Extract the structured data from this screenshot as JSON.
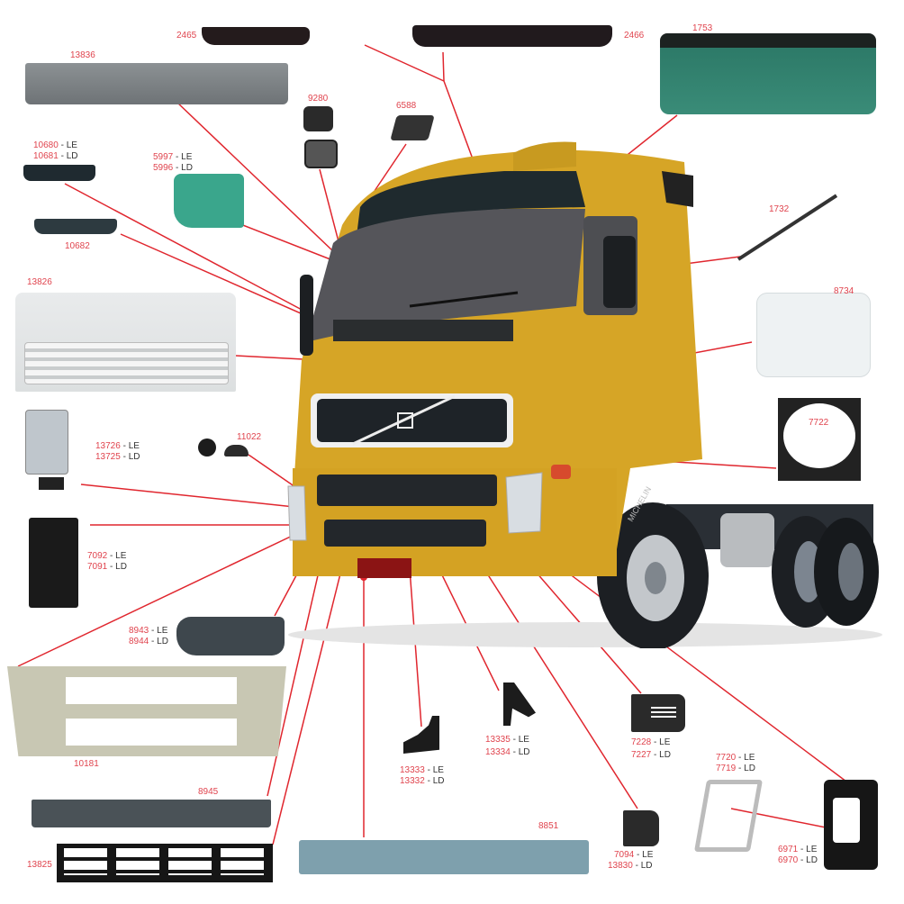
{
  "diagram": {
    "title": "Volvo FH truck front-end parts callout diagram",
    "accent_color": "#e0262e",
    "label_color": "#e0444e",
    "truck_color": "#d9a82a",
    "side_codes": {
      "left": "LE",
      "right": "LD"
    }
  },
  "parts": [
    {
      "id": "p2465",
      "name": "sun-visor-left",
      "codes": [
        {
          "num": "2465"
        }
      ]
    },
    {
      "id": "p2466",
      "name": "sun-visor-right",
      "codes": [
        {
          "num": "2466"
        }
      ]
    },
    {
      "id": "p1753",
      "name": "windshield",
      "codes": [
        {
          "num": "1753"
        }
      ]
    },
    {
      "id": "p13836",
      "name": "dashboard-cowl-panel",
      "codes": [
        {
          "num": "13836"
        }
      ]
    },
    {
      "id": "p9280",
      "name": "mirror",
      "codes": [
        {
          "num": "9280"
        }
      ]
    },
    {
      "id": "p6588",
      "name": "roof-marker-lamp",
      "codes": [
        {
          "num": "6588"
        }
      ]
    },
    {
      "id": "p10680",
      "name": "step-handle",
      "codes": [
        {
          "num": "10680",
          "side": "LE"
        },
        {
          "num": "10681",
          "side": "LD"
        }
      ]
    },
    {
      "id": "p5997",
      "name": "side-glass",
      "codes": [
        {
          "num": "5997",
          "side": "LE"
        },
        {
          "num": "5996",
          "side": "LD"
        }
      ]
    },
    {
      "id": "p10682",
      "name": "grab-handle",
      "codes": [
        {
          "num": "10682"
        }
      ]
    },
    {
      "id": "p1732",
      "name": "wiper-blade",
      "codes": [
        {
          "num": "1732"
        }
      ]
    },
    {
      "id": "p13826",
      "name": "hood-grille-panel",
      "codes": [
        {
          "num": "13826"
        }
      ]
    },
    {
      "id": "p8734",
      "name": "coolant-expansion-tank",
      "codes": [
        {
          "num": "8734"
        }
      ]
    },
    {
      "id": "p7722",
      "name": "fan-shroud",
      "codes": [
        {
          "num": "7722"
        }
      ]
    },
    {
      "id": "p13726",
      "name": "headlamp",
      "codes": [
        {
          "num": "13726",
          "side": "LE"
        },
        {
          "num": "13725",
          "side": "LD"
        }
      ]
    },
    {
      "id": "p11022",
      "name": "plug-cap",
      "codes": [
        {
          "num": "11022"
        }
      ]
    },
    {
      "id": "p7092",
      "name": "headlamp-housing-bracket",
      "codes": [
        {
          "num": "7092",
          "side": "LE"
        },
        {
          "num": "7091",
          "side": "LD"
        }
      ]
    },
    {
      "id": "p8943",
      "name": "bumper-end-cap",
      "codes": [
        {
          "num": "8943",
          "side": "LE"
        },
        {
          "num": "8944",
          "side": "LD"
        }
      ]
    },
    {
      "id": "p10181",
      "name": "bumper-frame",
      "codes": [
        {
          "num": "10181"
        }
      ]
    },
    {
      "id": "p8945",
      "name": "bumper-spoiler-strip",
      "codes": [
        {
          "num": "8945"
        }
      ]
    },
    {
      "id": "p13825",
      "name": "lower-grille",
      "codes": [
        {
          "num": "13825"
        }
      ]
    },
    {
      "id": "p13333",
      "name": "bumper-bracket-lower",
      "codes": [
        {
          "num": "13333",
          "side": "LE"
        },
        {
          "num": "13332",
          "side": "LD"
        }
      ]
    },
    {
      "id": "p13335",
      "name": "bumper-bracket-upper",
      "codes": [
        {
          "num": "13335",
          "side": "LE"
        },
        {
          "num": "13334",
          "side": "LD"
        }
      ]
    },
    {
      "id": "p8851",
      "name": "bumper-lower-skirt",
      "codes": [
        {
          "num": "8851"
        }
      ]
    },
    {
      "id": "p7228",
      "name": "fog-lamp-cover-vented",
      "codes": [
        {
          "num": "7228",
          "side": "LE"
        },
        {
          "num": "7227",
          "side": "LD"
        }
      ]
    },
    {
      "id": "p7094",
      "name": "fog-lamp-cover-blank",
      "codes": [
        {
          "num": "7094",
          "side": "LE"
        },
        {
          "num": "13830",
          "side": "LD"
        }
      ]
    },
    {
      "id": "p7720",
      "name": "headlamp-frame-trim",
      "codes": [
        {
          "num": "7720",
          "side": "LE"
        },
        {
          "num": "7719",
          "side": "LD"
        }
      ]
    },
    {
      "id": "p6971",
      "name": "headlamp-housing",
      "codes": [
        {
          "num": "6971",
          "side": "LE"
        },
        {
          "num": "6970",
          "side": "LD"
        }
      ]
    }
  ],
  "labels": {
    "l2465": "2465",
    "l2466": "2466",
    "l1753": "1753",
    "l13836": "13836",
    "l9280": "9280",
    "l6588": "6588",
    "l10680": "10680",
    "l10681": "10681",
    "l5997": "5997",
    "l5996": "5996",
    "l10682": "10682",
    "l1732": "1732",
    "l13826": "13826",
    "l8734": "8734",
    "l7722": "7722",
    "l13726": "13726",
    "l13725": "13725",
    "l11022": "11022",
    "l7092": "7092",
    "l7091": "7091",
    "l8943": "8943",
    "l8944": "8944",
    "l10181": "10181",
    "l8945": "8945",
    "l13825": "13825",
    "l13333": "13333",
    "l13332": "13332",
    "l13335": "13335",
    "l13334": "13334",
    "l8851": "8851",
    "l7228": "7228",
    "l7227": "7227",
    "l7094": "7094",
    "l13830": "13830",
    "l7720": "7720",
    "l7719": "7719",
    "l6971": "6971",
    "l6970": "6970",
    "le": " - LE",
    "ld": " - LD"
  },
  "truck": {
    "tire_brand": "MICHELIN"
  }
}
